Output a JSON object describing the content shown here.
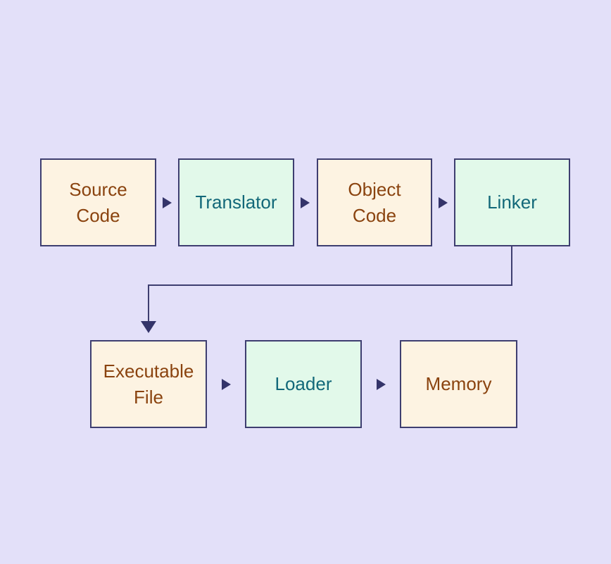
{
  "colors": {
    "background": "#e3e0f9",
    "box_border": "#3e3e70",
    "cream_fill": "#fdf3e2",
    "mint_fill": "#e2f9ea",
    "brown_text": "#8a430f",
    "teal_text": "#126879",
    "arrow": "#34346a"
  },
  "diagram": {
    "description": "Program translation flowchart",
    "nodes": [
      {
        "id": "source-code",
        "label": "Source Code",
        "style": "cream"
      },
      {
        "id": "translator",
        "label": "Translator",
        "style": "mint"
      },
      {
        "id": "object-code",
        "label": "Object Code",
        "style": "cream"
      },
      {
        "id": "linker",
        "label": "Linker",
        "style": "mint"
      },
      {
        "id": "executable-file",
        "label": "Executable File",
        "style": "cream"
      },
      {
        "id": "loader",
        "label": "Loader",
        "style": "mint"
      },
      {
        "id": "memory",
        "label": "Memory",
        "style": "cream"
      }
    ],
    "edges": [
      {
        "from": "source-code",
        "to": "translator",
        "type": "arrow-right"
      },
      {
        "from": "translator",
        "to": "object-code",
        "type": "arrow-right"
      },
      {
        "from": "object-code",
        "to": "linker",
        "type": "arrow-right"
      },
      {
        "from": "linker",
        "to": "executable-file",
        "type": "elbow-down-left-down"
      },
      {
        "from": "executable-file",
        "to": "loader",
        "type": "arrow-right"
      },
      {
        "from": "loader",
        "to": "memory",
        "type": "arrow-right"
      }
    ]
  }
}
